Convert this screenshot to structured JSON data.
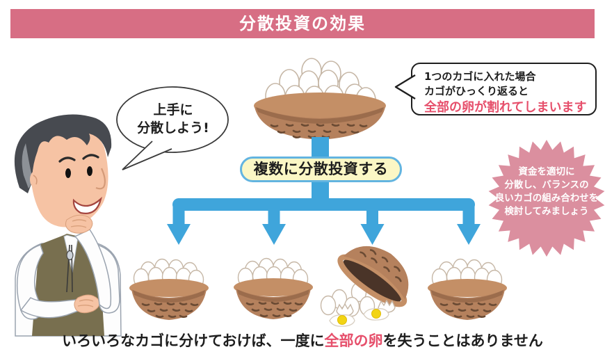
{
  "title": {
    "text": "分散投資の効果"
  },
  "speech_bubble": {
    "line1": "上手に",
    "line2": "分散しよう!"
  },
  "callout": {
    "line1": "1つのカゴに入れた場合",
    "line2": "カゴがひっくり返ると",
    "line3_red": "全部の卵が割れてしまいます"
  },
  "flow": {
    "box_label": "複数に分散投資する"
  },
  "starburst": {
    "line1": "資金を適切に",
    "line2": "分散し、バランスの",
    "line3": "良いカゴの組み合わせを",
    "line4": "検討してみましょう",
    "spikes": 26
  },
  "caption": {
    "part1": "いろいろなカゴに分けておけば、一度に",
    "part2_red": "全部の卵",
    "part3": "を失うことはありません"
  },
  "illustrations": {
    "man": "thinking-man-illustration",
    "top_basket": "single-basket-full-of-eggs",
    "bottom_baskets": [
      "basket-with-eggs",
      "basket-with-eggs",
      "tipped-basket-broken-eggs",
      "basket-with-eggs"
    ]
  },
  "colors": {
    "banner_pink": "#d76e84",
    "accent_red": "#e64f6b",
    "arrow_blue": "#3fa5db",
    "starburst_pink": "#db8f9f",
    "box_yellow_bg": "#fbf7c5",
    "box_blue_border": "#62b4e0",
    "basket_rim": "#c48f66",
    "basket_body": "#b5815d",
    "basket_band": "#9b6c4c",
    "basket_marks": "#6b4b34",
    "basket_interior": "#4a3428",
    "egg_white": "#ffffff",
    "egg_outline": "#c6b7a6",
    "yolk_yellow": "#f2d414",
    "hair_gray": "#474a50",
    "skin": "#f6c3a4",
    "vest_olive": "#786f4f"
  }
}
